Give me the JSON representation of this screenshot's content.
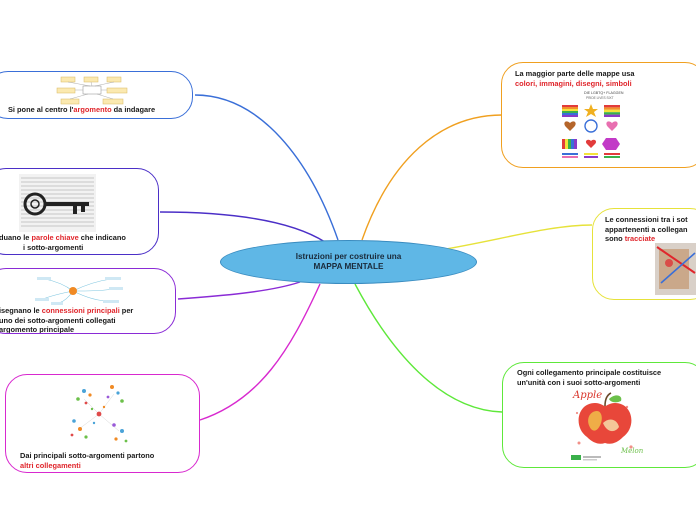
{
  "center": {
    "line1": "Istruzioni per costruire una",
    "line2": "MAPPA MENTALE",
    "fill": "#5fb7e6"
  },
  "nodes": {
    "n1": {
      "pre": "Si pone al centro l'",
      "hl": "argomento",
      "post": " da indagare",
      "border": "#3a6fd8"
    },
    "n2": {
      "pre": "duano le ",
      "hl": "parole chiave",
      "post": " che indicano",
      "line2": "i sotto-argomenti",
      "border": "#4b2fc7"
    },
    "n3": {
      "pre": "isegnano le ",
      "hl": "connessioni principali",
      "post": " per",
      "line2": "uno dei sotto-argomenti collegati",
      "line3": "argomento principale",
      "border": "#8a2bd6"
    },
    "n4": {
      "pre": "Dai principali sotto-argomenti partono",
      "hl": "altri collegamenti",
      "border": "#d829cf"
    },
    "n5": {
      "pre": "La maggior parte delle mappe usa",
      "hl": "colori, immagini, disegni, simboli",
      "border": "#f0a020"
    },
    "n6": {
      "pre": "Le connessioni tra i sot",
      "line2": "appartenenti a collegan",
      "line3pre": "sono ",
      "hl": "tracciate",
      "border": "#e6e23a"
    },
    "n7": {
      "pre": "Ogni collegamento principale costituisce",
      "line2": "un'unità con i suoi sotto-argomenti",
      "border": "#5ee83a"
    }
  },
  "images": {
    "symbols_title": "DIE LGBTQ+ FLAGGEN",
    "symbols_subtitle": "PRIDE LIVES SIXT",
    "apple_top": "Apple",
    "apple_bottom": "Melon"
  }
}
